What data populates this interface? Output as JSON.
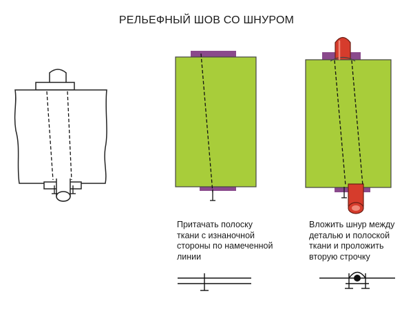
{
  "title": "РЕЛЬЕФНЫЙ ШОВ СО ШНУРОМ",
  "colors": {
    "fabric_green": "#a8cd3a",
    "fabric_outline": "#444444",
    "strip_purple": "#8a4a8c",
    "cord_red": "#d63c2c",
    "cord_red_light": "#f08878",
    "line": "#111111",
    "white": "#ffffff"
  },
  "steps": [
    {
      "id": "step-1",
      "caption": "Притачать полоску\nткани с изнаночной\nстороны по намеченной\nлинии"
    },
    {
      "id": "step-2",
      "caption": "Вложить шнур между\nдеталью и полоской\nткани и проложить\nвторую строчку"
    }
  ]
}
